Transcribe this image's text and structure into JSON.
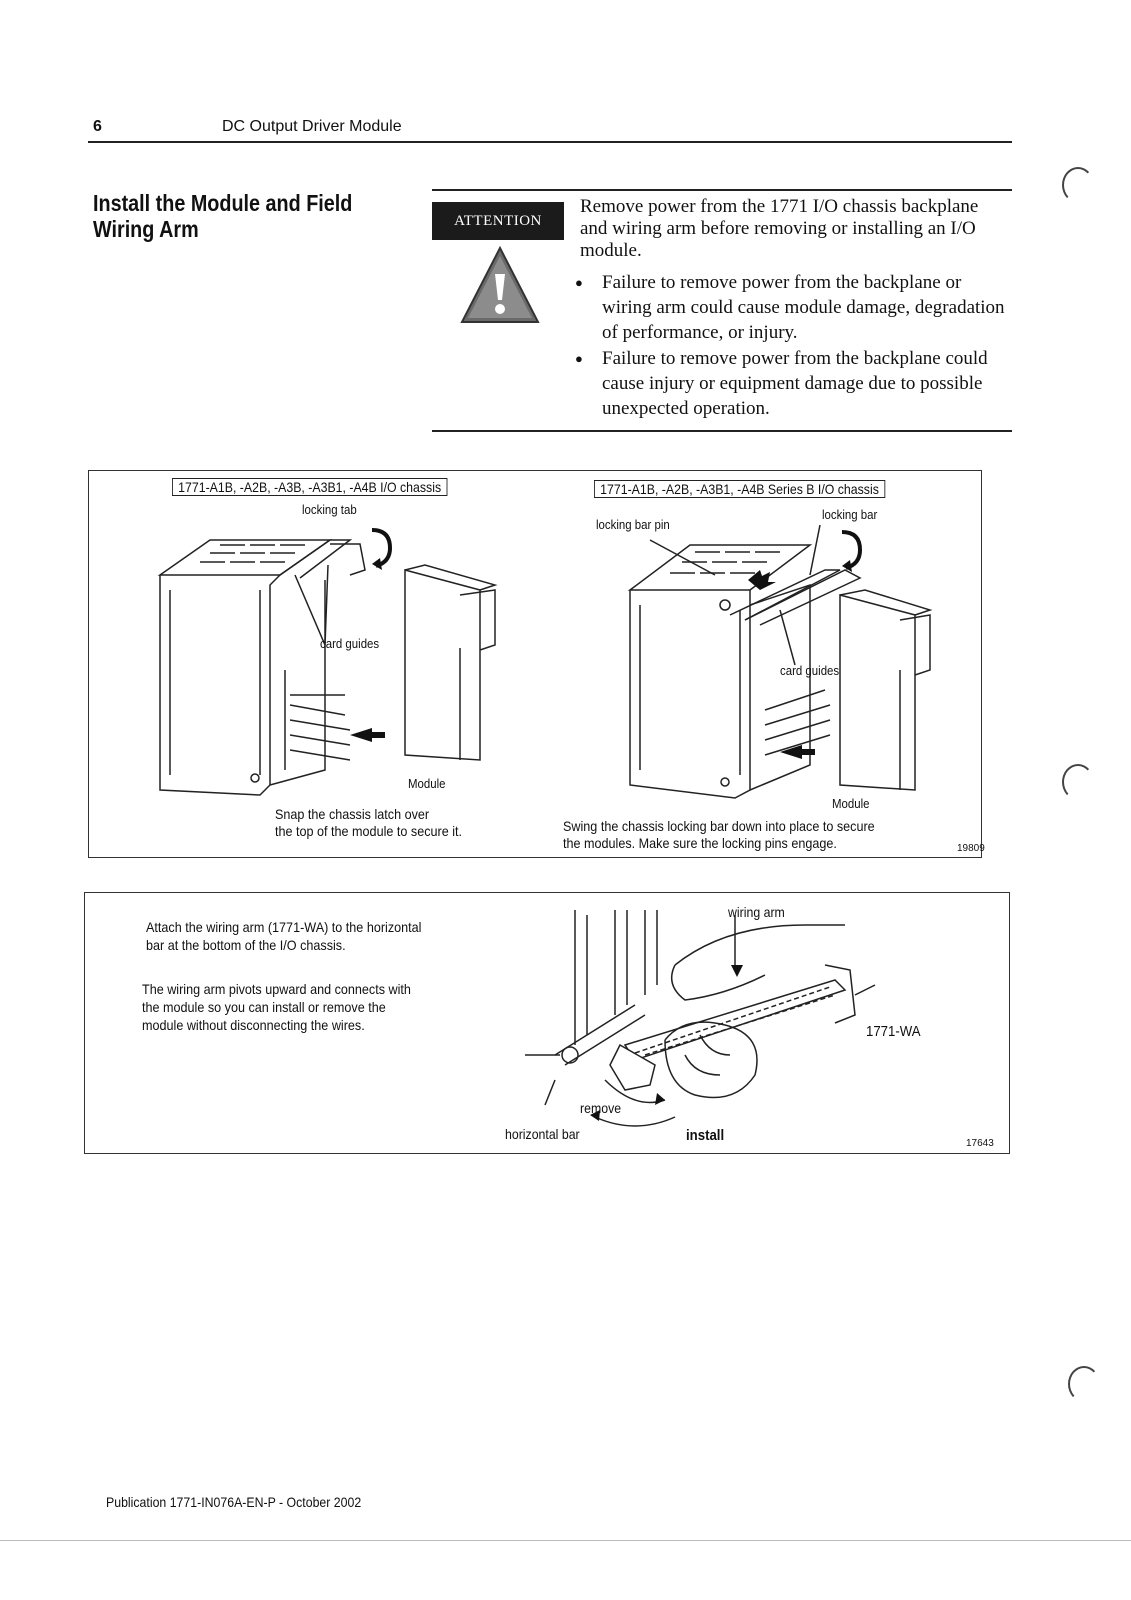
{
  "header": {
    "page_number": "6",
    "running_title": "DC Output Driver Module"
  },
  "section": {
    "title_line1": "Install the Module and Field",
    "title_line2": "Wiring Arm"
  },
  "attention": {
    "badge": "ATTENTION",
    "intro": "Remove power from the 1771 I/O chassis backplane and wiring arm before removing or installing an I/O module.",
    "bullets": [
      "Failure to remove power from the backplane or wiring arm could cause module damage, degradation of performance, or injury.",
      "Failure to remove power from the backplane could cause injury or equipment damage due to possible unexpected operation."
    ]
  },
  "figure1": {
    "left": {
      "chassis_label": "1771-A1B, -A2B, -A3B, -A3B1, -A4B I/O chassis",
      "locking_tab": "locking tab",
      "card_guides": "card guides",
      "module": "Module",
      "caption_line1": "Snap the chassis latch over",
      "caption_line2": "the top of the module to secure it."
    },
    "right": {
      "chassis_label": "1771-A1B, -A2B, -A3B1, -A4B Series B I/O chassis",
      "locking_bar_pin": "locking bar pin",
      "locking_bar": "locking bar",
      "card_guides": "card guides",
      "module": "Module",
      "caption_line1": "Swing the chassis locking bar down into place to secure",
      "caption_line2": "the modules.  Make sure the locking pins engage."
    },
    "figure_number": "19809"
  },
  "figure2": {
    "para1_line1": "Attach the wiring arm (1771-WA) to the horizontal",
    "para1_line2": "bar at the bottom of the I/O chassis.",
    "para2_line1": "The wiring arm pivots upward and connects with",
    "para2_line2": "the module so you can install or remove the",
    "para2_line3": "module without disconnecting the wires.",
    "wiring_arm": "wiring arm",
    "part_number": "1771-WA",
    "remove": "remove",
    "horizontal_bar": "horizontal bar",
    "install": "install",
    "figure_number": "17643"
  },
  "footer": {
    "publication": "Publication 1771-IN076A-EN-P - October 2002"
  }
}
